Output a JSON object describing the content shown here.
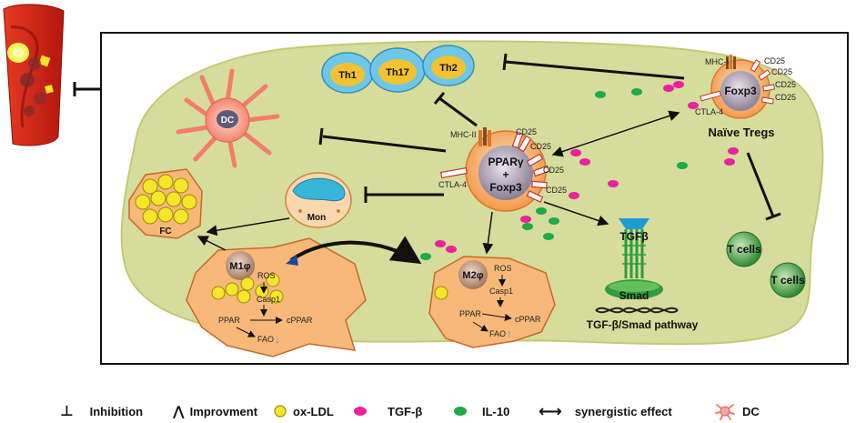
{
  "cells": {
    "th1": "Th1",
    "th17": "Th17",
    "th2": "Th2",
    "dc": "DC",
    "mon": "Mon",
    "fc": "FC",
    "m1": "M1φ",
    "m2": "M2φ",
    "treg_nucleus": "Foxp3",
    "naive_tregs": "Naïve Tregs",
    "pparg": "PPARγ",
    "plus": "+",
    "foxp3": "Foxp3",
    "tcells_1": "T cells",
    "tcells_2": "T cells"
  },
  "markers": {
    "mhc": "MHC-II",
    "mhc_short": "MHC-I",
    "cd25": "CD25",
    "ctla4": "CTLA-4"
  },
  "m1_pathway": {
    "ros": "ROS",
    "casp1": "Casp1",
    "ppar": "PPAR",
    "cppar": "cPPAR",
    "fao": "FAO",
    "fao_arrow": "↓"
  },
  "m2_pathway": {
    "ros": "ROS",
    "casp1": "Casp1",
    "ppar": "PPAR",
    "cppar": "cPPAR",
    "fao": "FAO",
    "fao_arrow": "↑"
  },
  "tgf": {
    "receptor": "TGFβ",
    "smad": "Smad",
    "pathway": "TGF-β/Smad pathway"
  },
  "legend": {
    "inhibition_symbol": "⊥",
    "inhibition": "Inhibition",
    "improvement_symbol": "⋀",
    "improvement": "Improvment",
    "oxldl": "ox-LDL",
    "tgfb": "TGF-β",
    "il10": "IL-10",
    "synergy_symbol": "⟷",
    "synergy": "synergistic effect",
    "dc": "DC"
  },
  "colors": {
    "tissue": "#d6dc9c",
    "tissue_edge": "#c2c977",
    "vessel": "#d8261a",
    "cell_orange": "#f7b87a",
    "cell_orange_light": "#fbd7ae",
    "oxldl": "#f5e62a",
    "tgfb": "#e8239b",
    "il10": "#1faa4a",
    "th_blue": "#6ec6e8",
    "th_core": "#f2c230",
    "tcell_green": "#3f9a3a",
    "dc_pink": "#f4a6a6"
  }
}
